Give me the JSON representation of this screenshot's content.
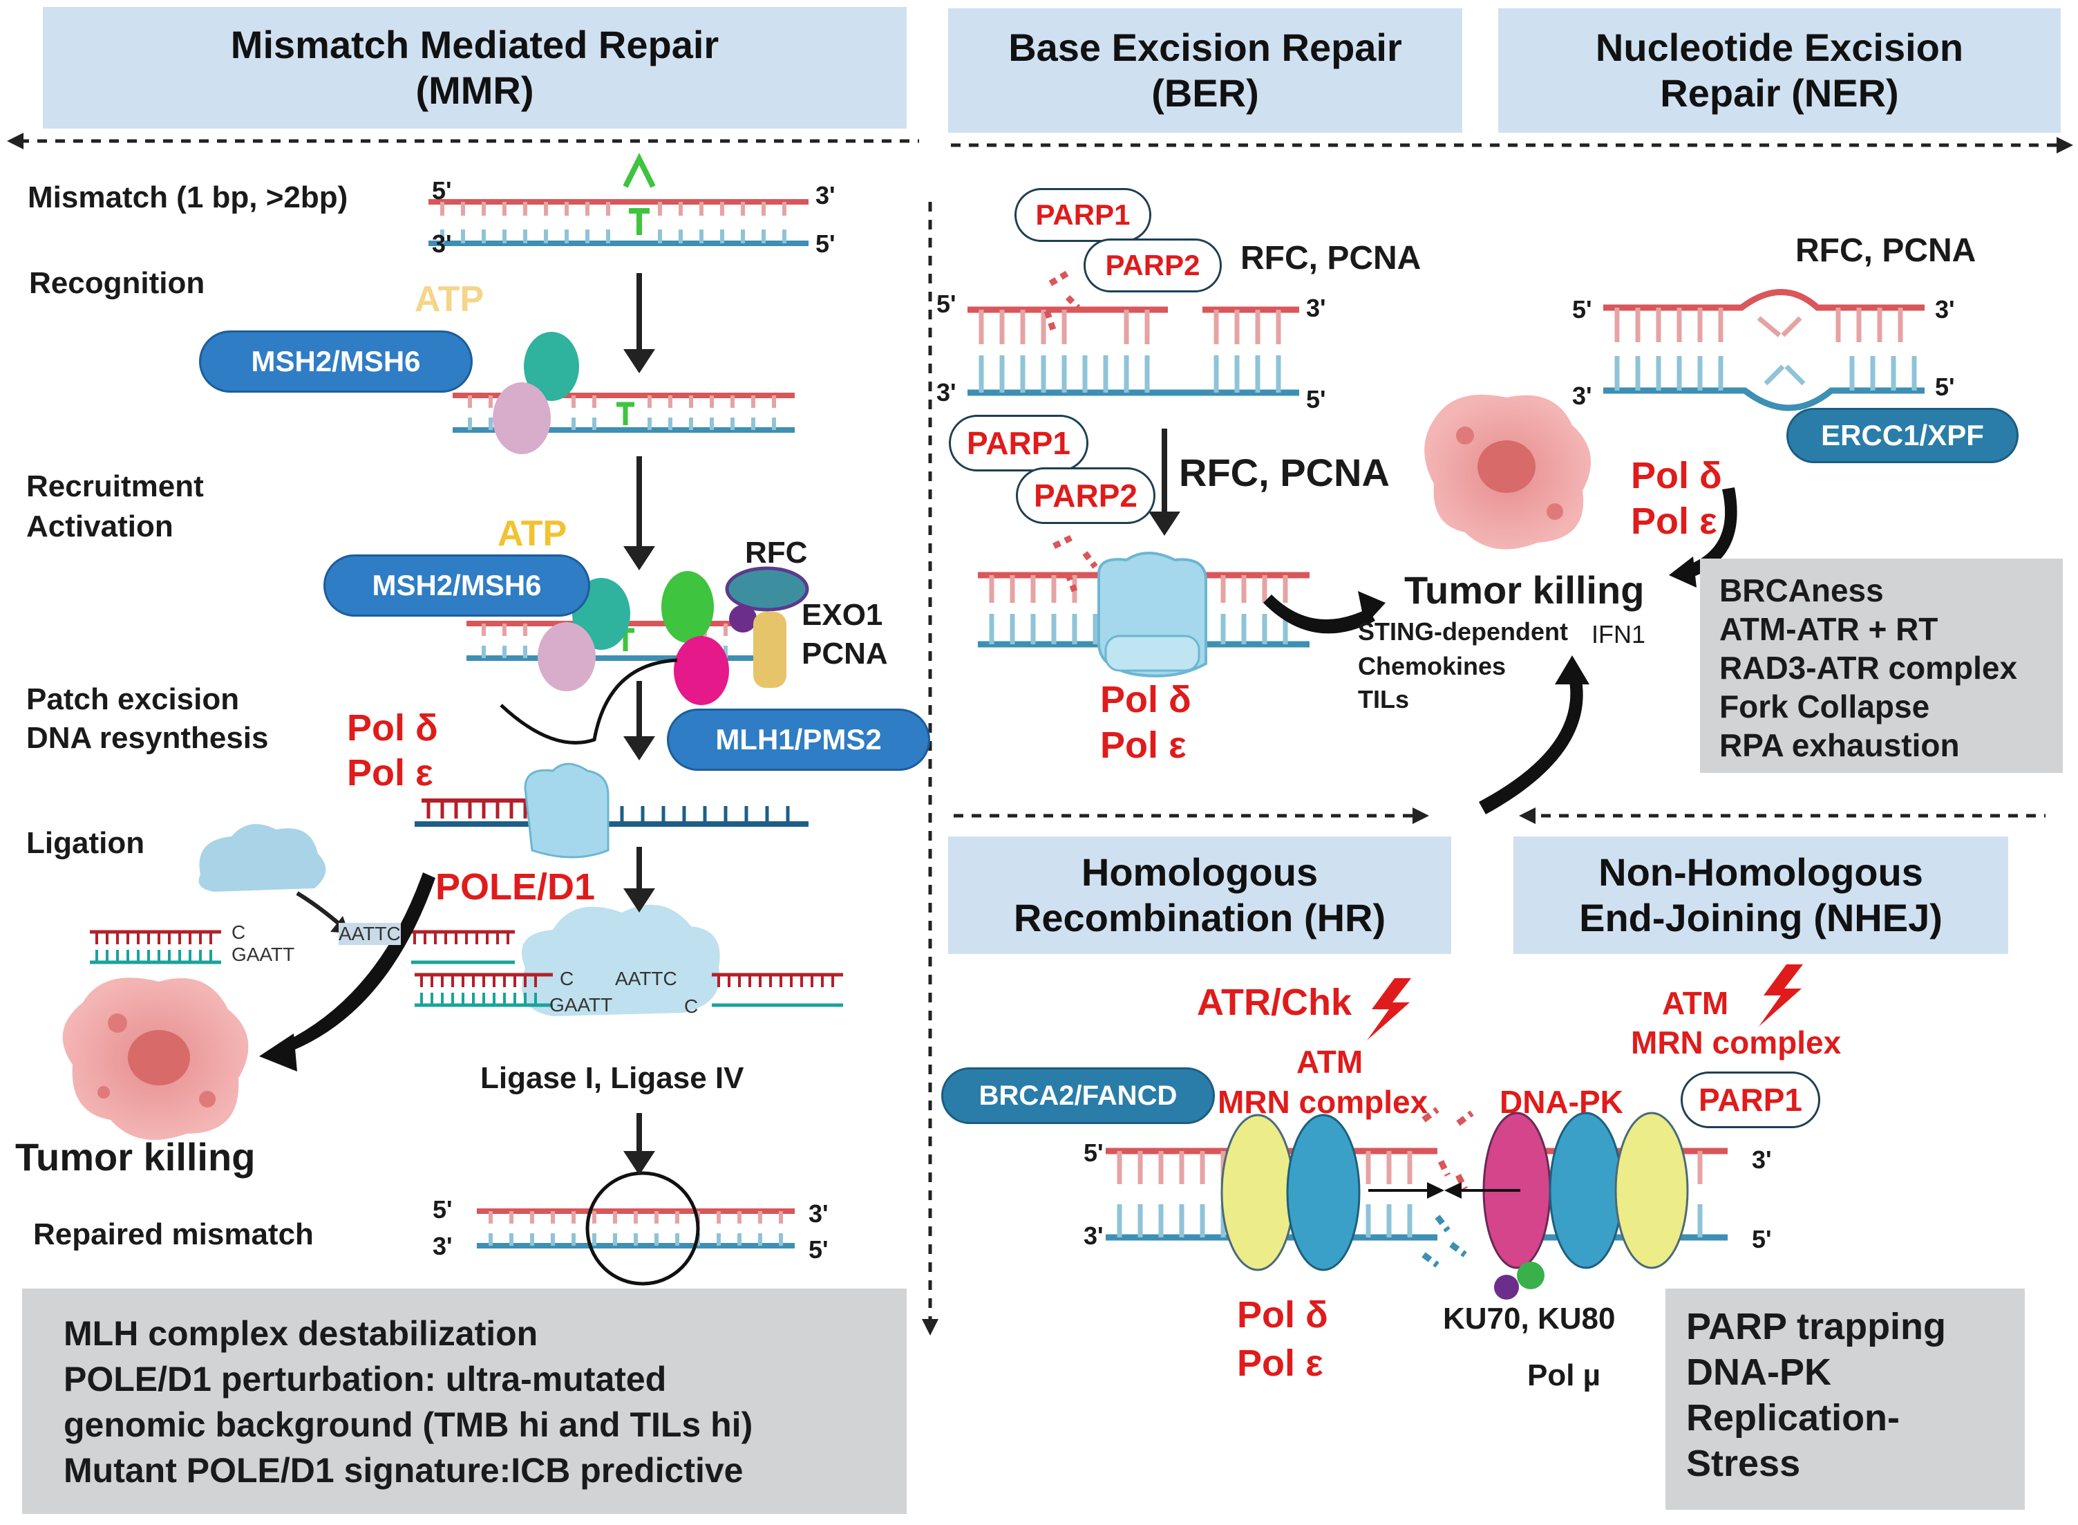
{
  "headers": {
    "mmr": "Mismatch Mediated Repair\n(MMR)",
    "ber": "Base Excision Repair\n(BER)",
    "ner": "Nucleotide Excision\nRepair (NER)",
    "hr": "Homologous\nRecombination (HR)",
    "nhej": "Non-Homologous\nEnd-Joining (NHEJ)"
  },
  "mmr": {
    "step_mismatch": "Mismatch (1  bp, >2bp)",
    "step_recognition": "Recognition",
    "step_recruitment": "Recruitment",
    "step_activation": "Activation",
    "step_patch": "Patch excision",
    "step_resynthesis": "DNA resynthesis",
    "step_ligation": "Ligation",
    "step_repaired": "Repaired mismatch",
    "atp_1": "ATP",
    "atp_2": "ATP",
    "msh_1": "MSH2/MSH6",
    "msh_2": "MSH2/MSH6",
    "mlh": "MLH1/PMS2",
    "rfc": "RFC",
    "exo1": "EXO1",
    "pcna": "PCNA",
    "pol_delta": "Pol δ",
    "pol_epsilon": "Pol ε",
    "pole": "POLE/D1",
    "ligase": "Ligase I, Ligase IV",
    "tumor_killing": "Tumor killing",
    "seq_c": "C",
    "seq_gaatt": "GAATT",
    "seq_aattc": "AATTC",
    "seq_c2": "C",
    "seq_gaatt2": "GAATT",
    "seq_aattc2": "AATTC",
    "seq_c3": "C",
    "box": "MLH complex destabilization\nPOLE/D1 perturbation: ultra-mutated\ngenomic background (TMB hi and TILs hi)\nMutant POLE/D1  signature:ICB predictive"
  },
  "ber": {
    "parp1_a": "PARP1",
    "parp2_a": "PARP2",
    "parp1_b": "PARP1",
    "parp2_b": "PARP2",
    "rfc_pcna_1": "RFC, PCNA",
    "rfc_pcna_2": "RFC, PCNA",
    "pol_delta": "Pol δ",
    "pol_epsilon": "Pol ε"
  },
  "ner": {
    "rfc_pcna": "RFC, PCNA",
    "ercc": "ERCC1/XPF",
    "pol_delta": "Pol δ",
    "pol_epsilon": "Pol ε",
    "box": "BRCAness\nATM-ATR + RT\nRAD3-ATR complex\nFork Collapse\nRPA exhaustion"
  },
  "center": {
    "tumor_killing": "Tumor killing",
    "sting": "STING-dependent",
    "ifn": "IFN1",
    "chemokines": "Chemokines",
    "tils": "TILs"
  },
  "hr": {
    "atr_chk": "ATR/Chk",
    "brca": "BRCA2/FANCD",
    "atm": "ATM",
    "mrn": "MRN complex",
    "pol_delta": "Pol δ",
    "pol_epsilon": "Pol ε"
  },
  "nhej": {
    "atm": "ATM",
    "mrn": "MRN complex",
    "dnapk": "DNA-PK",
    "parp1": "PARP1",
    "ku": "KU70, KU80",
    "pol_mu": "Pol µ",
    "box": "PARP trapping\nDNA-PK\n Replication-\nStress"
  },
  "strand_ends": {
    "five": "5'",
    "three": "3'"
  },
  "colors": {
    "header_bg": "#cfe0f1",
    "strand_top": "#d9565a",
    "strand_bottom": "#3d8fb3",
    "label_red": "#e01b1b",
    "atp_yellow": "#f2c230",
    "box_gray": "#d1d3d5"
  }
}
